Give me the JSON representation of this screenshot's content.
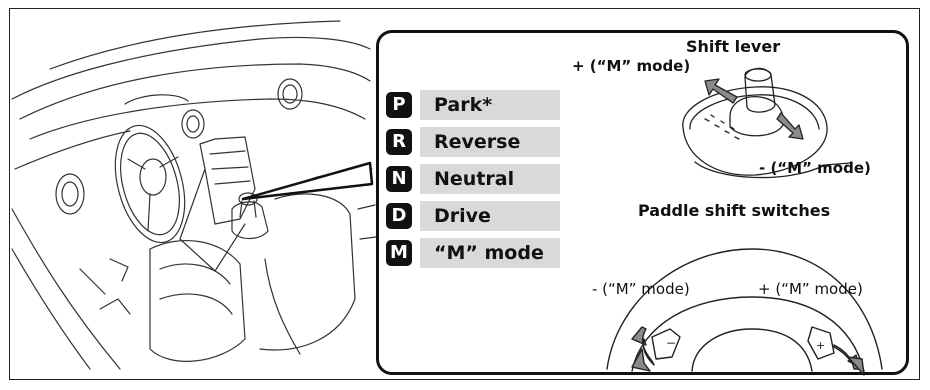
{
  "gears": [
    {
      "letter": "P",
      "label": "Park*"
    },
    {
      "letter": "R",
      "label": "Reverse"
    },
    {
      "letter": "N",
      "label": "Neutral"
    },
    {
      "letter": "D",
      "label": "Drive"
    },
    {
      "letter": "M",
      "label": "“M” mode"
    }
  ],
  "shift_lever": {
    "heading": "Shift lever",
    "plus_label": "+ (“M” mode)",
    "minus_label": "- (“M” mode)"
  },
  "paddle_shift": {
    "heading": "Paddle shift switches",
    "minus_label": "- (“M” mode)",
    "plus_label": "+ (“M” mode)"
  },
  "colors": {
    "badge": "#111111",
    "label_bg": "#d9d9d9",
    "arrow_fill": "#8a8a8a"
  }
}
